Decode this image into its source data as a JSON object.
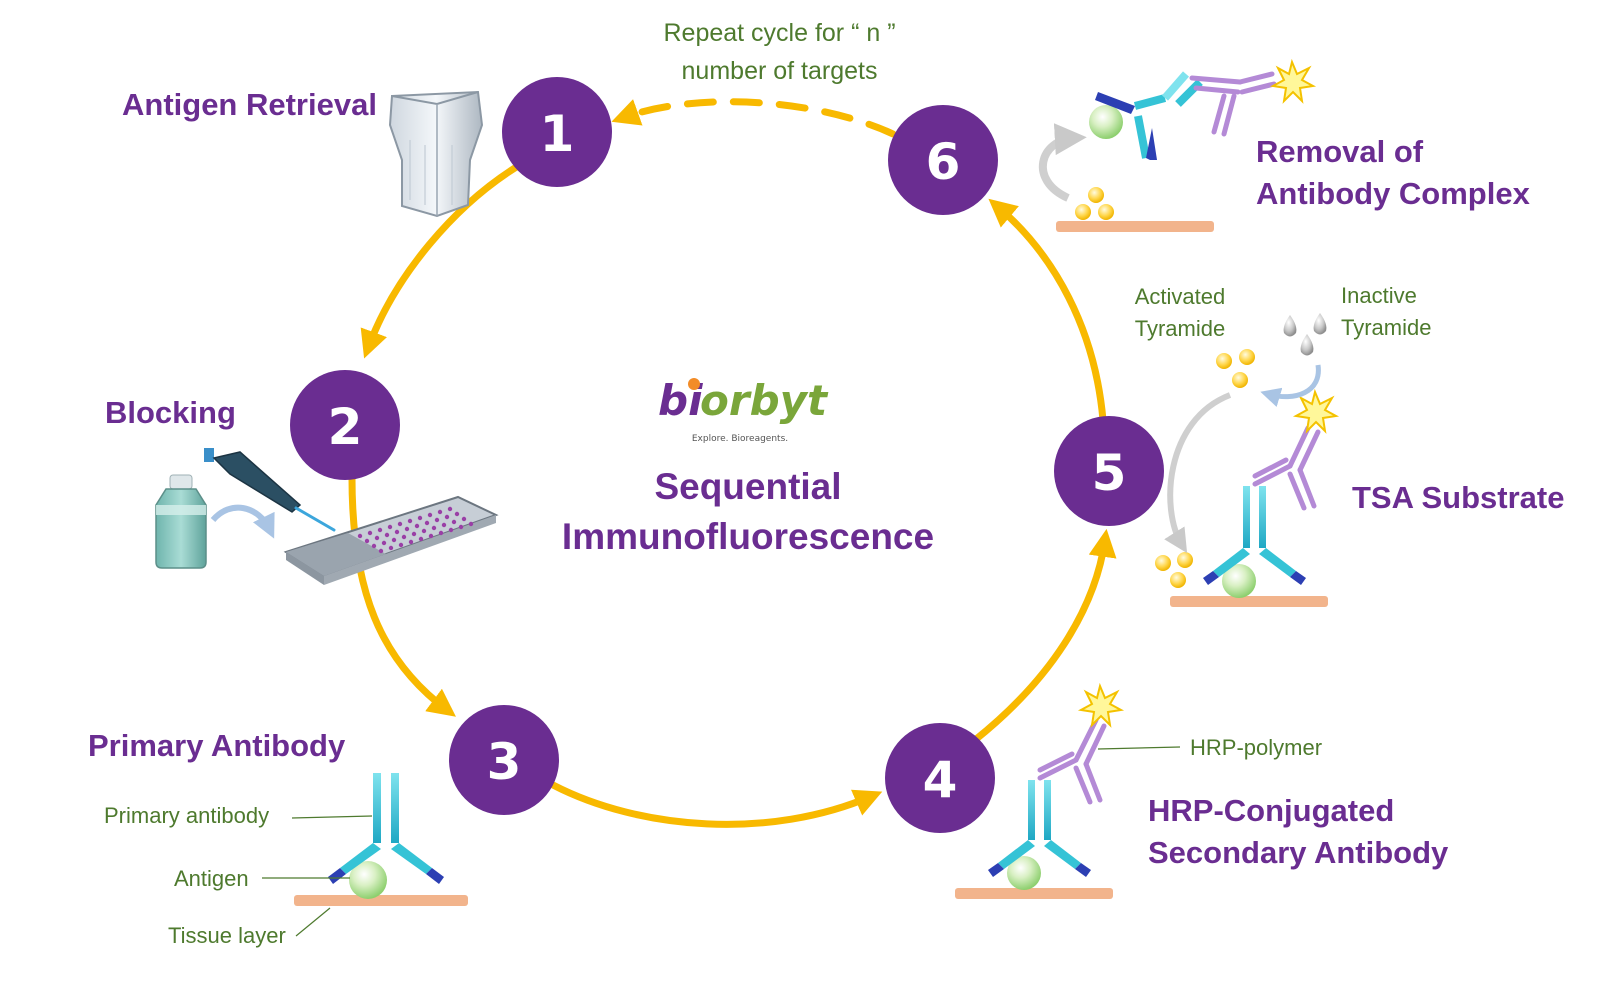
{
  "repeat_note": {
    "line1": "Repeat cycle for “ n ”",
    "line2": "number of targets"
  },
  "brand": {
    "name_bi": "bi",
    "name_rest": "orbyt",
    "tagline": "Explore. Bioreagents."
  },
  "center_title": {
    "line1": "Sequential",
    "line2": "Immunofluorescence"
  },
  "steps": [
    {
      "number": "1",
      "title": "Antigen Retrieval"
    },
    {
      "number": "2",
      "title": "Blocking"
    },
    {
      "number": "3",
      "title": "Primary Antibody"
    },
    {
      "number": "4",
      "title_line1": "HRP-Conjugated",
      "title_line2": "Secondary Antibody"
    },
    {
      "number": "5",
      "title": "TSA Substrate"
    },
    {
      "number": "6",
      "title_line1": "Removal of",
      "title_line2": "Antibody Complex"
    }
  ],
  "labels": {
    "primary_antibody": "Primary antibody",
    "antigen": "Antigen",
    "tissue_layer": "Tissue layer",
    "hrp_polymer": "HRP-polymer",
    "activated_tyramide_1": "Activated",
    "activated_tyramide_2": "Tyramide",
    "inactive_tyramide_1": "Inactive",
    "inactive_tyramide_2": "Tyramide"
  },
  "colors": {
    "purple": "#6a2d91",
    "arrow": "#f8b900",
    "green_text": "#4e7a2e",
    "tissue": "#f2b48c",
    "antibody_cyan": "#35c3d6",
    "antibody_blue": "#2c3fb3",
    "hrp_lilac": "#b48ad6"
  }
}
